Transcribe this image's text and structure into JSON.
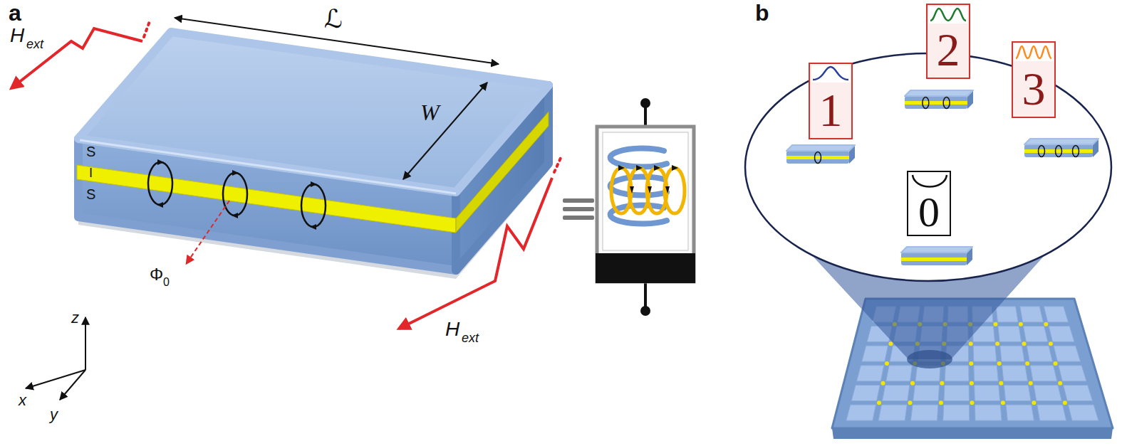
{
  "diagram": {
    "nodes": [
      {
        "text": [
          "1"
        ]
      },
      {
        "text": [
          "2"
        ]
      },
      {
        "text": [
          "3"
        ]
      },
      {
        "text": [
          "0"
        ]
      }
    ],
    "labels": [
      "a",
      "H",
      "ext",
      "ℒ",
      "W",
      "S",
      "I",
      "S",
      "Φ",
      "0",
      "H",
      "ext",
      "z",
      "x",
      "y",
      "b"
    ]
  }
}
